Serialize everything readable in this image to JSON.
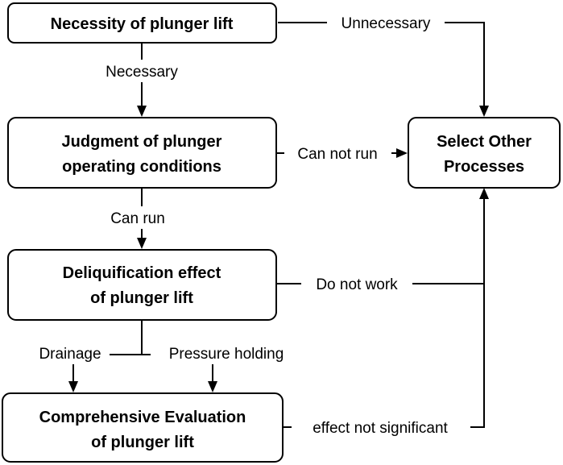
{
  "nodes": {
    "necessity": [
      "Necessity of plunger lift"
    ],
    "judgment": [
      "Judgment of plunger",
      "operating conditions"
    ],
    "deliquification": [
      "Deliquification effect",
      "of plunger lift"
    ],
    "evaluation": [
      "Comprehensive Evaluation",
      "of plunger lift"
    ],
    "other": [
      "Select Other",
      "Processes"
    ]
  },
  "edges": {
    "necessary": "Necessary",
    "unnecessary": "Unnecessary",
    "can_run": "Can run",
    "can_not_run": "Can not run",
    "do_not_work": "Do not work",
    "drainage": "Drainage",
    "pressure_holding": "Pressure holding",
    "effect_not_significant": "effect not significant"
  }
}
